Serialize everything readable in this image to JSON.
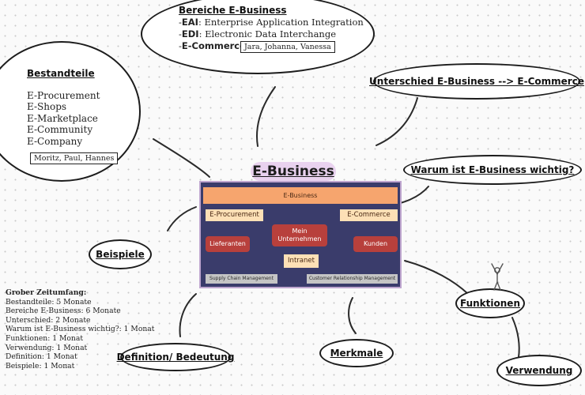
{
  "central": {
    "title": "E-Business"
  },
  "diagram": {
    "top_bar": "E-Business",
    "e_procurement": "E-Procurement",
    "e_commerce": "E-Commerce",
    "mein_unternehmen": [
      "Mein",
      "Unternehmen"
    ],
    "lieferanten": "Lieferanten",
    "kunden": "Kunden",
    "intranet": "Intranet",
    "scm": "Supply Chain Management",
    "crm": "Customer Relationship Management"
  },
  "bubbles": {
    "bereiche": {
      "title": "Bereiche E-Business",
      "items": [
        {
          "abbr": "EAI",
          "text": ": Enterprise Application Integration"
        },
        {
          "abbr": "EDI",
          "text": ": Electronic Data Interchange"
        },
        {
          "abbr": "E-Commerce",
          "text": ""
        }
      ],
      "names": "Jara, Johanna, Vanessa"
    },
    "bestandteile": {
      "title": "Bestandteile",
      "items": [
        "E-Procurement",
        "E-Shops",
        "E-Marketplace",
        "E-Community",
        "E-Company"
      ],
      "names": "Moritz, Paul, Hannes"
    },
    "unterschied": {
      "title": "Unterschied E-Business --> E-Commerce"
    },
    "wichtig": {
      "title": "Warum ist E-Business wichtig?"
    },
    "beispiele": {
      "title": "Beispiele"
    },
    "funktionen": {
      "title": "Funktionen"
    },
    "merkmale": {
      "title": "Merkmale"
    },
    "definition": {
      "title": "Definition/ Bedeutung"
    },
    "verwendung": {
      "title": "Verwendung"
    }
  },
  "timeframe": {
    "title": "Grober Zeitumfang:",
    "items": [
      "Bestandteile: 5 Monate",
      "Bereiche E-Business: 6 Monate",
      "Unterschied: 2 Monate",
      "Warum ist E-Business wichtig?: 1 Monat",
      "Funktionen: 1 Monat",
      "Verwendung: 1 Monat",
      "Definition: 1 Monat",
      "Beispiele: 1 Monat"
    ]
  }
}
